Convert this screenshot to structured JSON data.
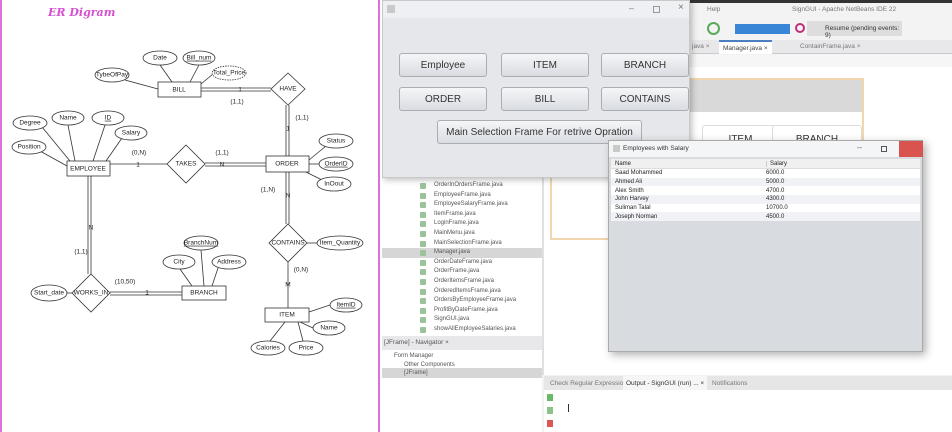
{
  "er": {
    "title": "ER Digram",
    "entities": {
      "bill": "BILL",
      "employee": "EMPLOYEE",
      "order": "ORDER",
      "item": "ITEM",
      "branch": "BRANCH"
    },
    "relationships": {
      "have": "HAVE",
      "takes": "TAKES",
      "contains": "CONTAINS",
      "works_in": "WORKS_IN"
    },
    "attributes": {
      "date": "Date",
      "bill_num": "Bill_num",
      "total_price": "Total_Price",
      "type_of_pay": "TybeOfPay",
      "degree": "Degree",
      "emp_name": "Name",
      "id": "ID",
      "salary": "Salary",
      "position": "Position",
      "status": "Status",
      "order_id": "OrderID",
      "in_out": "InOout",
      "item_quantity": "Item_Quantity",
      "item_id": "ItemID",
      "item_name": "Name",
      "calories": "Calories",
      "price": "Price",
      "start_date": "Start_date",
      "branch_num": "BranchNum",
      "city": "City",
      "address": "Address"
    },
    "cardinalities": {
      "bill_have": "(1,1)",
      "have_order": "(1,1)",
      "emp_takes": "(0,N)",
      "takes_order": "(1,1)",
      "order_contains": "(1,N)",
      "contains_item": "(0,N)",
      "emp_works": "(1,1)",
      "works_branch": "(10,50)",
      "one": "1",
      "n": "N",
      "m": "M"
    }
  },
  "netbeans": {
    "title": "SignGUI - Apache NetBeans IDE 22",
    "menu_help": "Help",
    "resume": "Resume (pending events: 9)",
    "tabs": [
      "java ×",
      "Manager.java ×",
      "ContainFrame.java ×"
    ],
    "design_buttons": [
      "ITEM",
      "BRANCH"
    ],
    "project_files": [
      "OrderInOrdersFrame.java",
      "EmployeeFrame.java",
      "EmployeeSalaryFrame.java",
      "ItemFrame.java",
      "LoginFrame.java",
      "MainMenu.java",
      "MainSelectionFrame.java",
      "Manager.java",
      "OrderDateFrame.java",
      "OrderFrame.java",
      "OrderItemsFrame.java",
      "OrderedItemsFrame.java",
      "OrdersByEmployeeFrame.java",
      "ProfitByDateFrame.java",
      "SignGUI.java",
      "showAllEmployeeSalaries.java"
    ],
    "selected_file": "Manager.java",
    "navigator": {
      "title": "[JFrame] - Navigator ×",
      "items": [
        "Form Manager",
        "Other Components",
        "[JFrame]"
      ]
    },
    "output_tabs": [
      "Check Regular Expression",
      "Output - SignGUI (run) ... ×",
      "Notifications"
    ]
  },
  "main_frame": {
    "buttons": [
      "Employee",
      "ITEM",
      "BRANCH",
      "ORDER",
      "BILL",
      "CONTAINS"
    ],
    "main_button": "Main Selection Frame For retrive Opration"
  },
  "salary_window": {
    "title": "Employees with Salary",
    "columns": [
      "Name",
      "Salary"
    ],
    "rows": [
      [
        "Saad Mohammed",
        "6000.0"
      ],
      [
        "Ahmed Ali",
        "5000.0"
      ],
      [
        "Alex Smith",
        "4700.0"
      ],
      [
        "John Harvey",
        "4300.0"
      ],
      [
        "Suliman Talal",
        "10700.0"
      ],
      [
        "Joseph Norman",
        "4500.0"
      ]
    ]
  },
  "colors": {
    "accent_pink": "#d64fd0",
    "close_red": "#d9534f"
  }
}
